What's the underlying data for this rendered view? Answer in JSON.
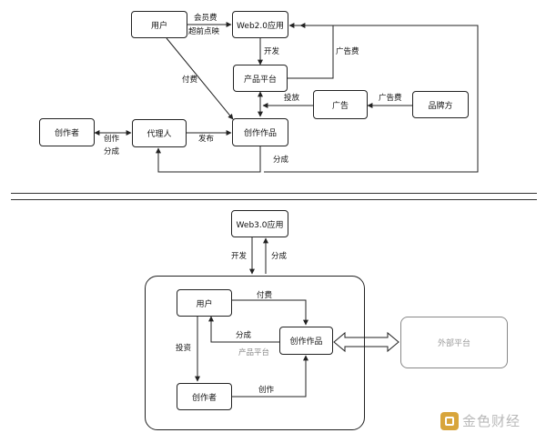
{
  "top": {
    "nodes": {
      "user": "用户",
      "web2_app": "Web2.0应用",
      "product_platform": "产品平台",
      "ads": "广告",
      "brand": "品牌方",
      "creator": "创作者",
      "agent": "代理人",
      "work": "创作作品"
    },
    "edges": {
      "membership_fee": "会员费",
      "early_access": "超前点映",
      "develop": "开发",
      "ad_fee_right": "广告费",
      "pay": "付费",
      "placement": "投放",
      "ad_fee": "广告费",
      "create": "创作",
      "revenue_share_left": "分成",
      "publish": "发布",
      "revenue_share_bottom": "分成"
    }
  },
  "bottom": {
    "nodes": {
      "web3_app": "Web3.0应用",
      "user": "用户",
      "work": "创作作品",
      "creator": "创作者",
      "external_platform": "外部平台"
    },
    "edges": {
      "develop": "开发",
      "revenue_share": "分成",
      "pay": "付费",
      "revenue_share_mid": "分成",
      "product_platform": "产品平台",
      "invest": "投资",
      "create": "创作"
    }
  },
  "watermark": "金色财经",
  "colors": {
    "line": "#222222",
    "grey_text": "#8a8a8a",
    "watermark_logo": "#d8a53b"
  }
}
